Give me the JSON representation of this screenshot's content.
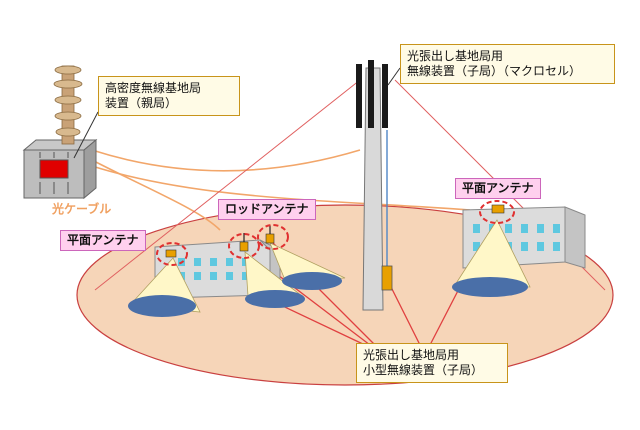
{
  "labels": {
    "parent_unit": [
      "高密度無線基地局",
      "装置（親局）"
    ],
    "macro_unit": [
      "光張出し基地局用",
      "無線装置（子局）（マクロセル）"
    ],
    "small_unit": [
      "光張出し基地局用",
      "小型無線装置（子局）"
    ],
    "optical_cable": "光ケーブル",
    "rod_antenna": "ロッドアンテナ",
    "flat_antenna_left": "平面アンテナ",
    "flat_antenna_right": "平面アンテナ"
  },
  "colors": {
    "ground_fill": "#f6d5b8",
    "ground_stroke": "#c94040",
    "cable": "#f2a66a",
    "link_line": "#e04040",
    "building_fill": "#dcdcdc",
    "window": "#5ec8e0",
    "cone": "#fff7c8",
    "footprint": "#4a6fa8",
    "dashed_circle": "#e03030",
    "callout_border": "#c8941a",
    "tag_fill": "#ffd0ee"
  }
}
